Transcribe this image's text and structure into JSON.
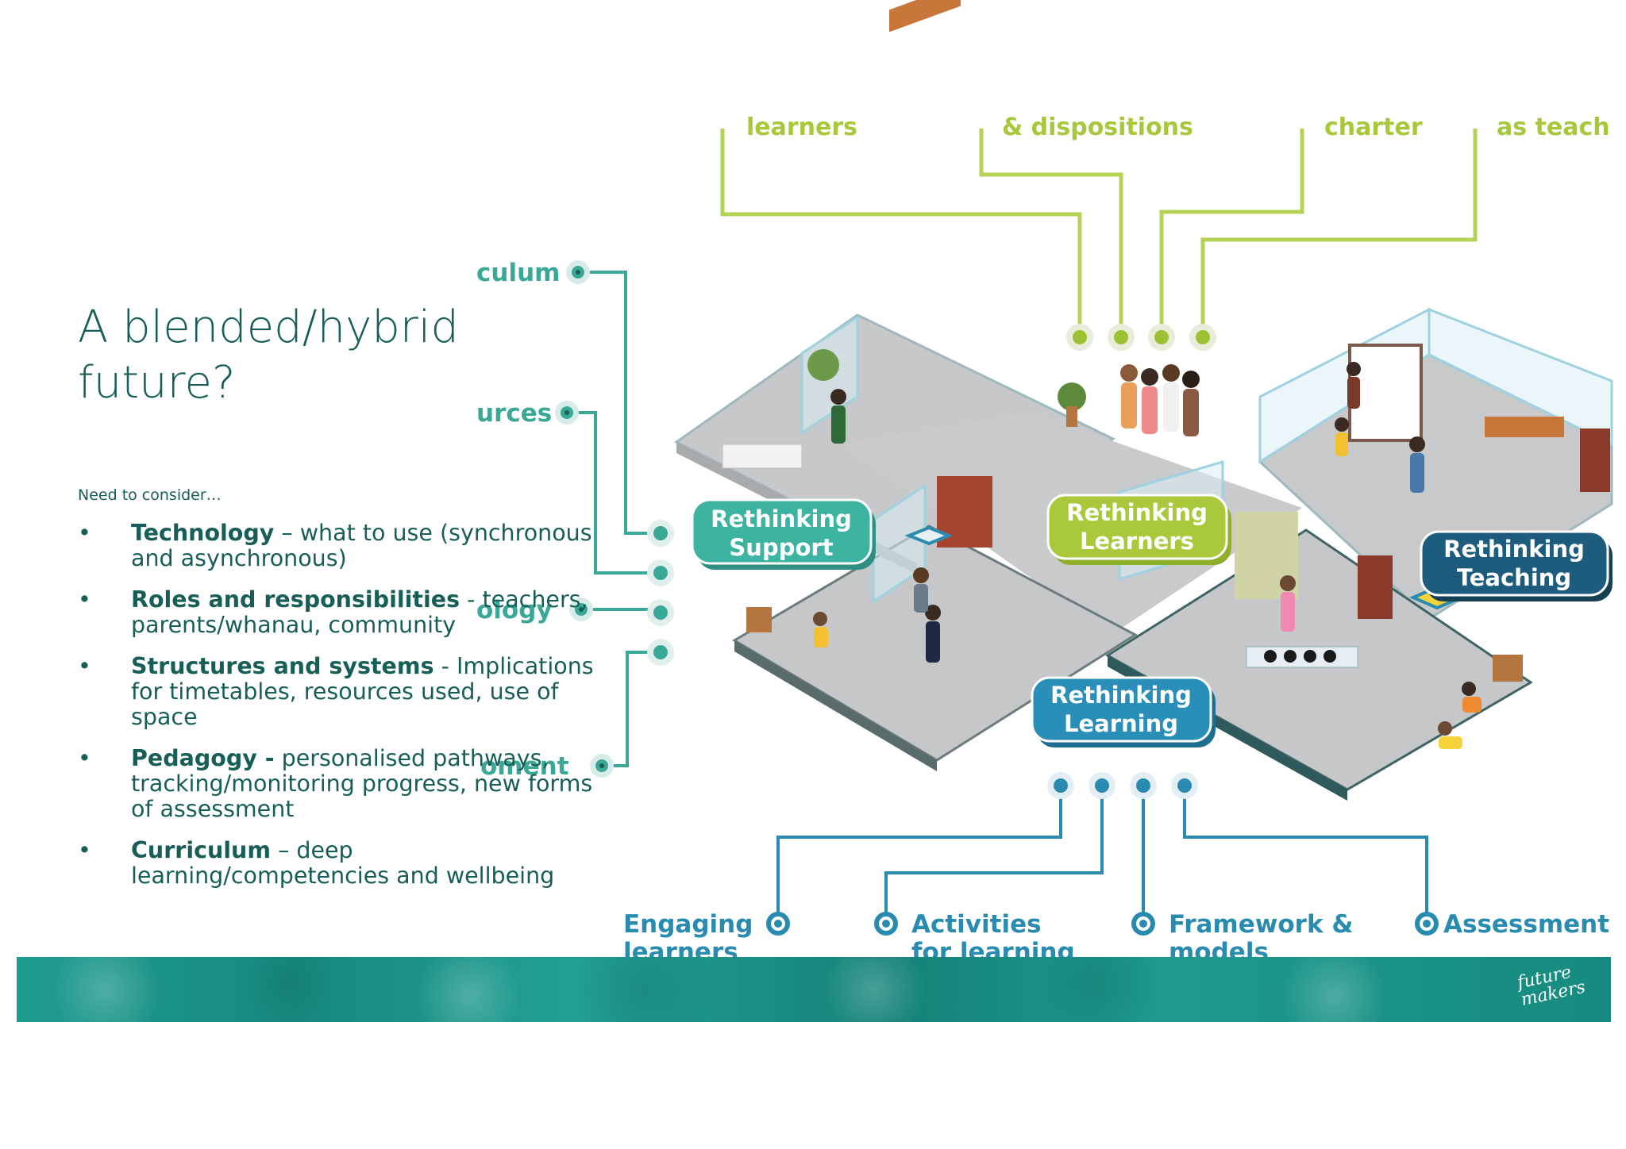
{
  "slide": {
    "title": "A blended/hybrid\nfuture?",
    "intro": "Need to consider…",
    "bullets": [
      {
        "bold": "Technology",
        "text": " – what to use (synchronous and asynchronous)"
      },
      {
        "bold": "Roles and responsibilities",
        "text": " -  teachers, parents/whanau, community"
      },
      {
        "bold": "Structures and systems",
        "text": " - Implications for timetables, resources used, use of space"
      },
      {
        "bold": "Pedagogy -",
        "text": " personalised pathways, tracking/monitoring progress, new forms of assessment"
      },
      {
        "bold": "Curriculum",
        "text": " – deep learning/competencies and wellbeing"
      }
    ],
    "bullet_char": "•"
  },
  "diagram": {
    "top_labels": [
      "learners",
      "& dispositions",
      "charter",
      "as teach"
    ],
    "left_labels": [
      "culum",
      "urces",
      "ology",
      "oment"
    ],
    "bottom_labels": {
      "engaging": [
        "Engaging",
        "learners"
      ],
      "activities": [
        "Activities",
        "for learning"
      ],
      "framework": [
        "Framework &",
        "models"
      ],
      "assessment": [
        "Assessment"
      ]
    },
    "badges": {
      "support": [
        "Rethinking",
        "Support"
      ],
      "learners": [
        "Rethinking",
        "Learners"
      ],
      "teaching": [
        "Rethinking",
        "Teaching"
      ],
      "learning": [
        "Rethinking",
        "Learning"
      ]
    },
    "colors": {
      "green": "#a8c83c",
      "teal": "#33a694",
      "blue": "#2a8bb0",
      "navy": "#1c5f80",
      "floor": "#c9c9cb"
    }
  },
  "footer": {
    "logo_lines": [
      "future",
      "makers"
    ],
    "color": "#1b9488"
  }
}
